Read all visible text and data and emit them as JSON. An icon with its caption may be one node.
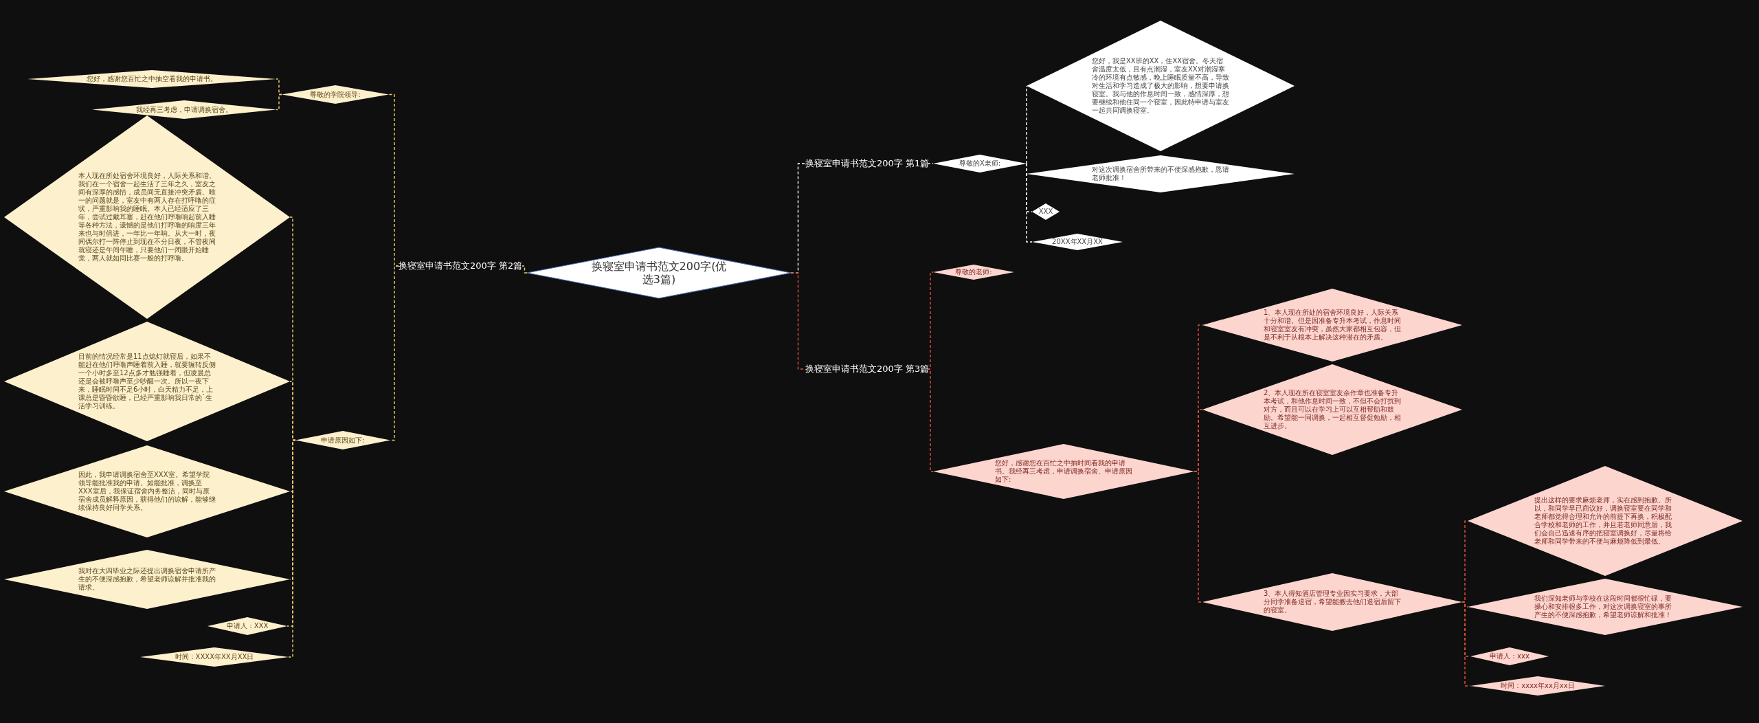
{
  "diagram": {
    "nodes": [
      {
        "text": [
          "换寝室申请书范文200字(优选3篇)"
        ]
      },
      {
        "text": [
          "换寝室申请书范文200字 第1篇"
        ]
      },
      {
        "text": [
          "尊敬的X老师:"
        ]
      },
      {
        "text": [
          "您好，我是XX班的XX，住XX宿舍。冬天宿舍温度太低，且有点潮湿，室友XX对潮湿寒冷的环境有点敏感，晚上睡眠质量不高，导致对生活和学习造成了极大的影响，想要申请换寝室。我与他的作息时间一致，感情深厚，想要继续和他住同一个寝室，因此特申请与室友一起共同调换寝室。"
        ]
      },
      {
        "text": [
          "对这次调换宿舍所带来的不便深感抱歉，恳请老师批准！"
        ]
      },
      {
        "text": [
          "XXX"
        ]
      },
      {
        "text": [
          "20XX年XX月XX"
        ]
      },
      {
        "text": [
          "换寝室申请书范文200字 第3篇"
        ]
      },
      {
        "text": [
          "尊敬的老师:"
        ]
      },
      {
        "text": [
          "您好，感谢您在百忙之中抽时间看我的申请书。我经再三考虑，申请调换宿舍。申请原因如下:"
        ]
      },
      {
        "text": [
          "1、本人现在所处的宿舍环境良好，人际关系十分和谐。但是因准备专升本考试，作息时间和寝室室友有冲突，虽然大家都相互包容，但是不利于从根本上解决这种潜在的矛盾。"
        ]
      },
      {
        "text": [
          "2、本人现在所在寝室室友余作章也准备专升本考试，和他作息时间一致，不但不会打扰到对方，而且可以在学习上可以互相帮助和鼓励。希望能一同调换，一起相互督促勉励，相互进步。"
        ]
      },
      {
        "text": [
          "3、本人得知酒店管理专业因实习要求，大部分同学准备退宿，希望能搬去他们退宿后留下的寝室。"
        ]
      },
      {
        "text": [
          "提出这样的要求麻烦老师，实在感到抱歉。所以，和同学早已商议好，调换寝室要在同学和老师都觉得合理和允许的前提下再换，积极配合学校和老师的工作，并且若老师同意后，我们会自己迅速有序的把寝室调换好，尽量将给老师和同学带来的不便与麻烦降低到最低。"
        ]
      },
      {
        "text": [
          "我们深知老师与学校在这段时间都很忙碌，要操心和安排很多工作，对这次调换寝室的事所产生的不便深感抱歉，希望老师谅解和批准！"
        ]
      },
      {
        "text": [
          "申请人：xxx"
        ]
      },
      {
        "text": [
          "时间：xxxx年xx月xx日"
        ]
      },
      {
        "text": [
          "换寝室申请书范文200字 第2篇"
        ]
      },
      {
        "text": [
          "尊敬的学院领导:"
        ]
      },
      {
        "text": [
          "您好，感谢您百忙之中抽空看我的申请书。"
        ]
      },
      {
        "text": [
          "我经再三考虑，申请调换宿舍。"
        ]
      },
      {
        "text": [
          "申请原因如下:"
        ]
      },
      {
        "text": [
          "本人现在所处宿舍环境良好，人际关系和谐。我们在一个宿舍一起生活了三年之久，室友之间有深厚的感情，成员间无直接冲突矛盾。唯一的问题就是，室友中有两人存在打呼噜的症状，严重影响我的睡眠。本人已经适应了三年，尝试过戴耳塞，赶在他们呼噜响起前入睡等各种方法，遗憾的是他们打呼噜的响度三年来也与时俱进，一年比一年响。从大一时，夜间偶尔打一阵停止到现在不分日夜，不管夜间就寝还是午间午睡，只要他们一闭眼开始睡觉，两人就如同比赛一般的打呼噜。"
        ]
      },
      {
        "text": [
          "目前的情况经常是11点熄灯就寝后，如果不能赶在他们呼噜声睡着前入睡，就要辗转反侧一个小时多至12点多才勉强睡着，但凌晨总还是会被呼噜声至少吵醒一次。所以一夜下来，睡眠时间不足6小时，白天精力不足，上课总是昏昏欲睡，已经严重影响我日常的`生活学习训练。"
        ]
      },
      {
        "text": [
          "因此，我申请调换宿舍至XXX室。希望学院领导能批准我的申请。如能批准，调换至XXX室后，我保证宿舍内务整洁，同时与原宿舍成员解释原因，获得他们的谅解，能够继续保持良好同学关系。"
        ]
      },
      {
        "text": [
          "我对在大四毕业之际还提出调换宿舍申请所产生的不便深感抱歉，希望老师谅解并批准我的请求。"
        ]
      },
      {
        "text": [
          "申请人：XXX"
        ]
      },
      {
        "text": [
          "时间：XXXX年XX月XX日"
        ]
      }
    ],
    "edges": [
      {
        "from": 0,
        "to": 1,
        "arrow": "none",
        "style": "dashed",
        "color": "#ffffff"
      },
      {
        "from": 1,
        "to": 2,
        "arrow": "none",
        "style": "dashed",
        "color": "#ffffff"
      },
      {
        "from": 2,
        "to": 3,
        "arrow": "none",
        "style": "dashed",
        "color": "#ffffff"
      },
      {
        "from": 2,
        "to": 4,
        "arrow": "none",
        "style": "dashed",
        "color": "#ffffff"
      },
      {
        "from": 2,
        "to": 5,
        "arrow": "none",
        "style": "dashed",
        "color": "#ffffff"
      },
      {
        "from": 2,
        "to": 6,
        "arrow": "none",
        "style": "dashed",
        "color": "#ffffff"
      },
      {
        "from": 0,
        "to": 7,
        "arrow": "none",
        "style": "dashed",
        "color": "#e8503a"
      },
      {
        "from": 7,
        "to": 8,
        "arrow": "none",
        "style": "dashed",
        "color": "#e8503a"
      },
      {
        "from": 7,
        "to": 9,
        "arrow": "none",
        "style": "dashed",
        "color": "#e8503a"
      },
      {
        "from": 9,
        "to": 10,
        "arrow": "none",
        "style": "dashed",
        "color": "#e8503a"
      },
      {
        "from": 9,
        "to": 11,
        "arrow": "none",
        "style": "dashed",
        "color": "#e8503a"
      },
      {
        "from": 9,
        "to": 12,
        "arrow": "none",
        "style": "dashed",
        "color": "#e8503a"
      },
      {
        "from": 12,
        "to": 13,
        "arrow": "none",
        "style": "dashed",
        "color": "#e8503a"
      },
      {
        "from": 12,
        "to": 14,
        "arrow": "none",
        "style": "dashed",
        "color": "#e8503a"
      },
      {
        "from": 12,
        "to": 15,
        "arrow": "none",
        "style": "dashed",
        "color": "#e8503a"
      },
      {
        "from": 12,
        "to": 16,
        "arrow": "none",
        "style": "dashed",
        "color": "#e8503a"
      },
      {
        "from": 0,
        "to": 17,
        "arrow": "none",
        "style": "dashed",
        "color": "#f2cf6e"
      },
      {
        "from": 17,
        "to": 18,
        "arrow": "none",
        "style": "dashed",
        "color": "#f2cf6e"
      },
      {
        "from": 18,
        "to": 19,
        "arrow": "none",
        "style": "dashed",
        "color": "#f2cf6e"
      },
      {
        "from": 18,
        "to": 20,
        "arrow": "none",
        "style": "dashed",
        "color": "#f2cf6e"
      },
      {
        "from": 17,
        "to": 21,
        "arrow": "none",
        "style": "dashed",
        "color": "#f2cf6e"
      },
      {
        "from": 21,
        "to": 22,
        "arrow": "none",
        "style": "dashed",
        "color": "#f2cf6e"
      },
      {
        "from": 21,
        "to": 23,
        "arrow": "none",
        "style": "dashed",
        "color": "#f2cf6e"
      },
      {
        "from": 21,
        "to": 24,
        "arrow": "none",
        "style": "dashed",
        "color": "#f2cf6e"
      },
      {
        "from": 21,
        "to": 25,
        "arrow": "none",
        "style": "dashed",
        "color": "#f2cf6e"
      },
      {
        "from": 21,
        "to": 26,
        "arrow": "none",
        "style": "dashed",
        "color": "#f2cf6e"
      },
      {
        "from": 21,
        "to": 27,
        "arrow": "none",
        "style": "dashed",
        "color": "#f2cf6e"
      }
    ]
  }
}
